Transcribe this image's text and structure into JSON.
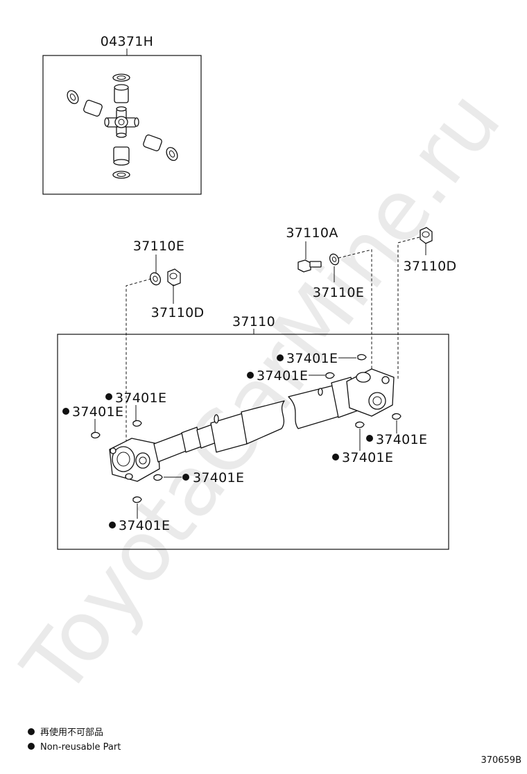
{
  "watermark": "ToyotaCarMine.ru",
  "kit": {
    "part_no": "04371H"
  },
  "callouts": {
    "top_left_washer": "37110E",
    "top_left_nut": "37110D",
    "top_mid_bolt": "37110A",
    "top_mid_washer": "37110E",
    "top_right_nut": "37110D",
    "assembly": "37110",
    "clip_1": "37401E",
    "clip_2": "37401E",
    "clip_3": "37401E",
    "clip_4": "37401E",
    "clip_5": "37401E",
    "clip_6": "37401E",
    "clip_7": "37401E",
    "clip_8": "37401E"
  },
  "legend": {
    "line_ja": "再使用不可部品",
    "line_en": "Non-reusable Part"
  },
  "diagram_code": "370659B"
}
